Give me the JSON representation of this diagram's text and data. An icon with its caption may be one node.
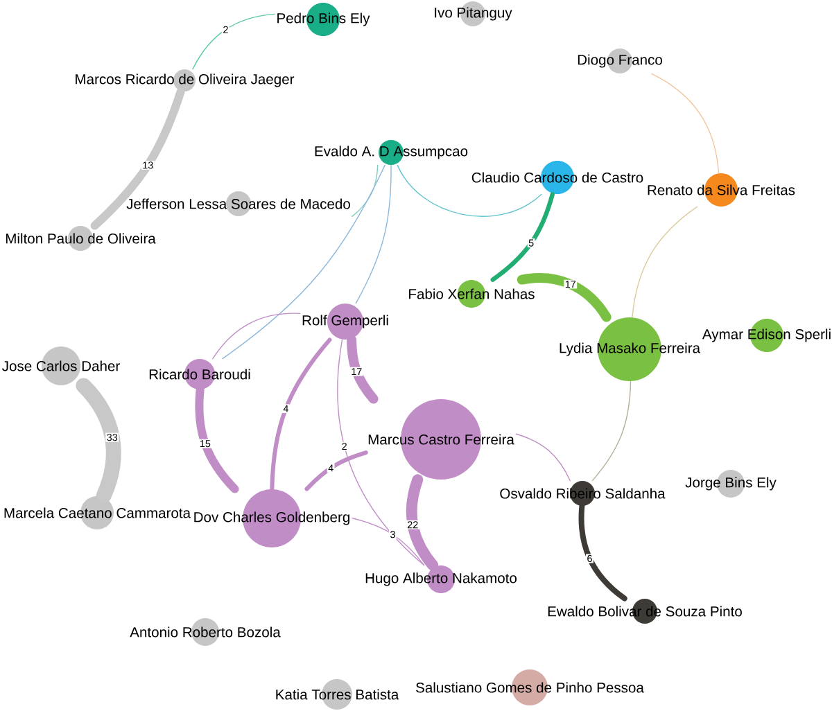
{
  "diagram": {
    "nodes": [
      {
        "text": [
          "Pedro Bins Ely"
        ]
      },
      {
        "text": [
          "Ivo Pitanguy"
        ]
      },
      {
        "text": [
          "Marcos Ricardo de Oliveira Jaeger"
        ]
      },
      {
        "text": [
          "Diogo Franco"
        ]
      },
      {
        "text": [
          "Evaldo A. D Assumpcao"
        ]
      },
      {
        "text": [
          "Claudio Cardoso de Castro"
        ]
      },
      {
        "text": [
          "Renato da Silva Freitas"
        ]
      },
      {
        "text": [
          "Jefferson Lessa Soares de Macedo"
        ]
      },
      {
        "text": [
          "Milton Paulo de Oliveira"
        ]
      },
      {
        "text": [
          "Fabio Xerfan Nahas"
        ]
      },
      {
        "text": [
          "Rolf Gemperli"
        ]
      },
      {
        "text": [
          "Lydia Masako Ferreira"
        ]
      },
      {
        "text": [
          "Aymar Edison Sperli"
        ]
      },
      {
        "text": [
          "Jose Carlos Daher"
        ]
      },
      {
        "text": [
          "Ricardo Baroudi"
        ]
      },
      {
        "text": [
          "Marcus Castro Ferreira"
        ]
      },
      {
        "text": [
          "Osvaldo Ribeiro Saldanha"
        ]
      },
      {
        "text": [
          "Jorge Bins Ely"
        ]
      },
      {
        "text": [
          "Dov Charles Goldenberg"
        ]
      },
      {
        "text": [
          "Marcela Caetano Cammarota"
        ]
      },
      {
        "text": [
          "Hugo Alberto Nakamoto"
        ]
      },
      {
        "text": [
          "Ewaldo Bolivar de Souza Pinto"
        ]
      },
      {
        "text": [
          "Antonio Roberto Bozola"
        ]
      },
      {
        "text": [
          "Katia Torres Batista"
        ]
      },
      {
        "text": [
          "Salustiano Gomes de Pinho Pessoa"
        ]
      }
    ],
    "edges": [
      {
        "from": 0,
        "to": 2,
        "arrow": "none",
        "label": "2",
        "color": "#5cc8aa"
      },
      {
        "from": 2,
        "to": 8,
        "arrow": "none",
        "label": "13",
        "style": "thick",
        "color": "#c8c8c8"
      },
      {
        "from": 4,
        "to": 7,
        "arrow": "none",
        "color": "#7fd0c0"
      },
      {
        "from": 4,
        "to": 5,
        "arrow": "none",
        "color": "#62c4cc"
      },
      {
        "from": 4,
        "to": 10,
        "arrow": "none",
        "color": "#8cb8dc"
      },
      {
        "from": 4,
        "to": 14,
        "arrow": "none",
        "color": "#8cb8dc"
      },
      {
        "from": 3,
        "to": 6,
        "arrow": "none",
        "color": "#f2c49a"
      },
      {
        "from": 5,
        "to": 9,
        "arrow": "none",
        "label": "5",
        "style": "thick",
        "color": "#22ad72"
      },
      {
        "from": 6,
        "to": 11,
        "arrow": "none",
        "color": "#dccca0"
      },
      {
        "from": 9,
        "to": 11,
        "arrow": "none",
        "label": "17",
        "style": "thick",
        "color": "#7ac143"
      },
      {
        "from": 13,
        "to": 19,
        "arrow": "none",
        "label": "33",
        "style": "thick",
        "color": "#c8c8c8"
      },
      {
        "from": 10,
        "to": 14,
        "arrow": "none"
      },
      {
        "from": 10,
        "to": 15,
        "arrow": "none",
        "label": "17",
        "style": "thick"
      },
      {
        "from": 10,
        "to": 18,
        "arrow": "none",
        "label": "4",
        "style": "thick"
      },
      {
        "from": 10,
        "to": 20,
        "arrow": "none",
        "label": "2"
      },
      {
        "from": 11,
        "to": 16,
        "arrow": "none",
        "color": "#b8b098"
      },
      {
        "from": 14,
        "to": 18,
        "arrow": "none",
        "label": "15",
        "style": "thick"
      },
      {
        "from": 15,
        "to": 16,
        "arrow": "none"
      },
      {
        "from": 15,
        "to": 18,
        "arrow": "none",
        "label": "4",
        "style": "thick"
      },
      {
        "from": 15,
        "to": 20,
        "arrow": "none",
        "label": "22",
        "style": "thick"
      },
      {
        "from": 16,
        "to": 21,
        "arrow": "none",
        "label": "6",
        "style": "thick",
        "color": "#3e3b37"
      },
      {
        "from": 18,
        "to": 20,
        "arrow": "none",
        "label": "3"
      }
    ]
  }
}
